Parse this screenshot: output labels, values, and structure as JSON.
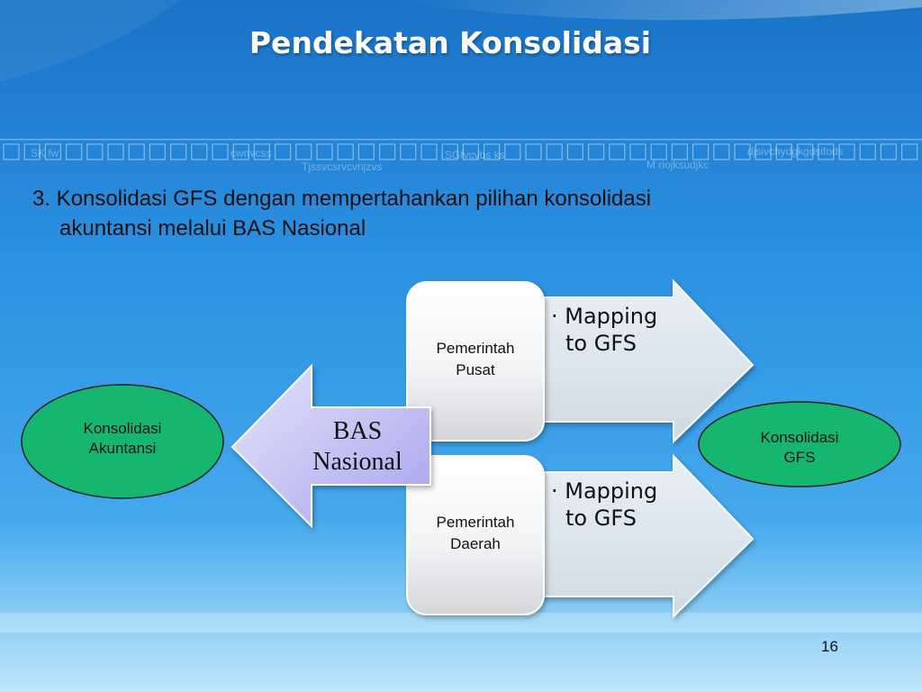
{
  "slide": {
    "title": "Pendekatan Konsolidasi",
    "body_line1": "3. Konsolidasi GFS dengan mempertahankan pilihan konsolidasi",
    "body_line2": "akuntansi melalui BAS Nasional",
    "page_number": "16"
  },
  "decoration": {
    "ghost_texts": [
      "SK fw",
      "cwnvcss",
      "SGfvcvbs ks",
      "Tjssvcsrvcvrijzvs",
      "M riojksudjkc",
      "djsivchydgkgdsifods"
    ]
  },
  "diagram": {
    "left_node": {
      "line1": "Konsolidasi",
      "line2": "Akuntansi"
    },
    "right_node": {
      "line1": "Konsolidasi",
      "line2": "GFS"
    },
    "center": {
      "line1": "BAS",
      "line2": "Nasional"
    },
    "rows": [
      {
        "line1": "Pemerintah",
        "line2": "Pusat",
        "bullet_line1": "· Mapping",
        "bullet_line2": "to GFS"
      },
      {
        "line1": "Pemerintah",
        "line2": "Daerah",
        "bullet_line1": "· Mapping",
        "bullet_line2": "to GFS"
      }
    ]
  },
  "colors": {
    "ellipse_fill": "#15b770",
    "arrow_fill": "#d8e4ee",
    "bas_arrow_fill": "#c9c6f6"
  }
}
